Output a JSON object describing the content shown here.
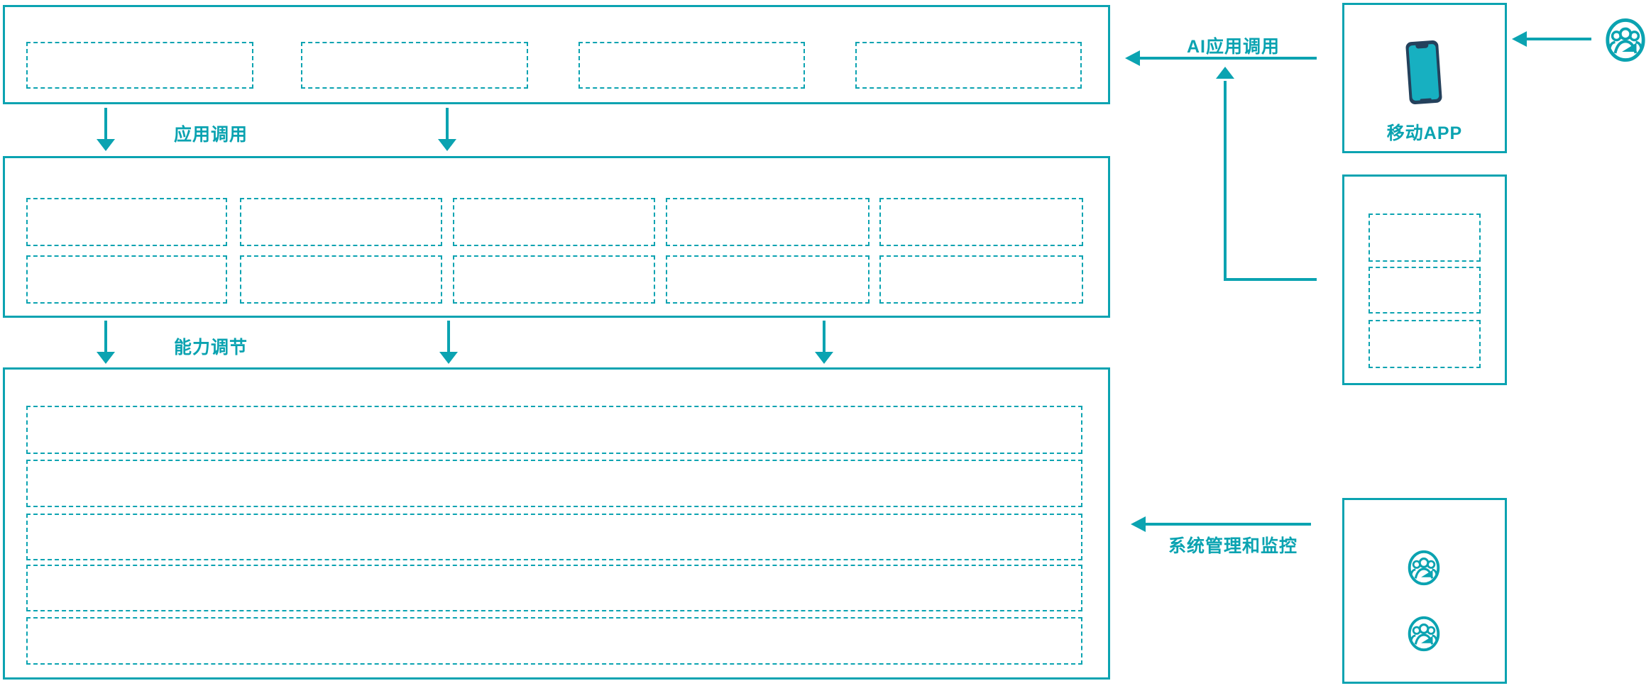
{
  "page": {
    "background_color": "#ffffff",
    "accent_color": "#0ba3b1",
    "phone_body_color": "#24415c",
    "phone_screen_color": "#17b0c1"
  },
  "labels": {
    "app_call": "应用调用",
    "capability_adjust": "能力调节",
    "ai_app_call": "AI应用调用",
    "mobile_app": "移动APP",
    "system_monitor": "系统管理和监控"
  },
  "left_column": {
    "top_box": {
      "placeholder_count": 4
    },
    "middle_box": {
      "placeholder_count": 10,
      "rows": 2,
      "cols": 5
    },
    "bottom_box": {
      "placeholder_count": 5,
      "rows": 5
    }
  },
  "right_column": {
    "mobile_box": {
      "label": "移动APP",
      "icon": "smartphone-icon"
    },
    "component_box": {
      "placeholder_count": 3
    },
    "admin_box": {
      "icons": [
        "users-icon",
        "users-icon"
      ]
    },
    "external_user_icon": "users-icon"
  },
  "arrows": [
    {
      "name": "app-call-arrows",
      "direction": "down",
      "count": 2,
      "label": "应用调用"
    },
    {
      "name": "capability-adjust-arrows",
      "direction": "down",
      "count": 3,
      "label": "能力调节"
    },
    {
      "name": "ai-app-call-arrow",
      "direction": "left",
      "label": "AI应用调用"
    },
    {
      "name": "component-up-connector",
      "direction": "up",
      "label": ""
    },
    {
      "name": "user-to-app-arrow",
      "direction": "left",
      "label": ""
    },
    {
      "name": "system-monitor-arrow",
      "direction": "left",
      "label": "系统管理和监控"
    }
  ]
}
